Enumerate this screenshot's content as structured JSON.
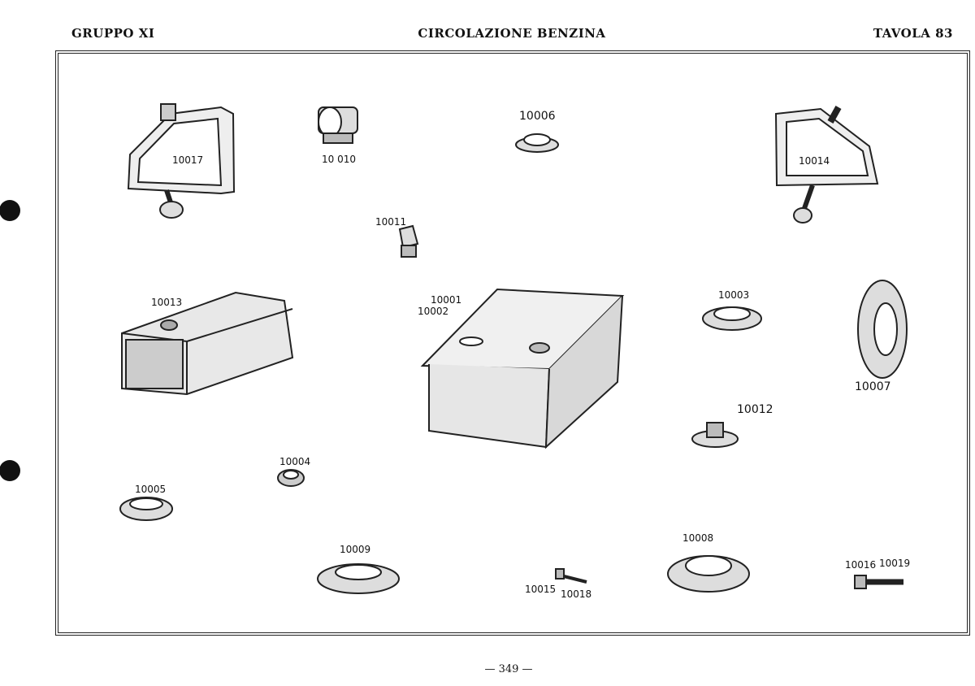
{
  "header": {
    "group": "GRUPPO XI",
    "title": "CIRCOLAZIONE BENZINA",
    "plate": "TAVOLA 83"
  },
  "parts": {
    "p10017": "10017",
    "p10010": "10 010",
    "p10006": "10006",
    "p10014": "10014",
    "p10011": "10011",
    "p10013": "10013",
    "p10001": "10001",
    "p10002": "10002",
    "p10003": "10003",
    "p10007": "10007",
    "p10012": "10012",
    "p10004": "10004",
    "p10005": "10005",
    "p10009": "10009",
    "p10015": "10015",
    "p10018": "10018",
    "p10008": "10008",
    "p10016": "10016",
    "p10019": "10019"
  },
  "footer": {
    "page_number": "— 349 —"
  }
}
